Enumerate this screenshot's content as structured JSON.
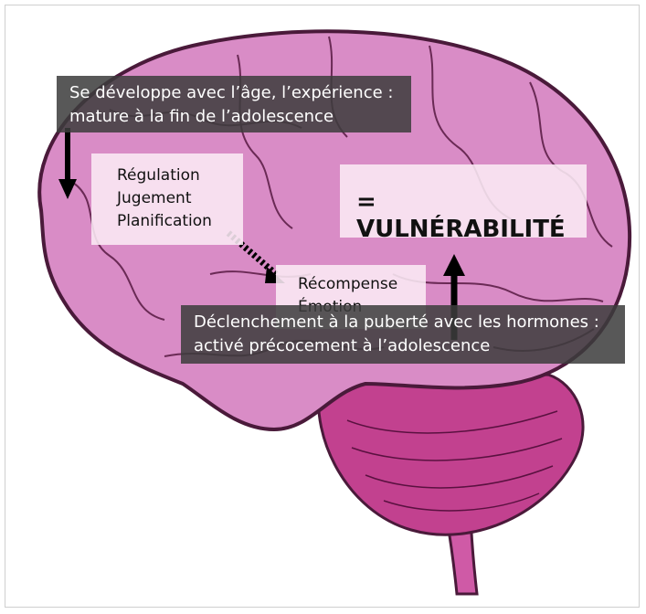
{
  "top_note": {
    "lines": [
      "Se développe avec l’âge, l’expérience :",
      "mature à la fin de l’adolescence"
    ]
  },
  "bottom_note": {
    "lines": [
      "Déclenchement à la puberté avec les hormones :",
      "activé précocement à l’adolescence"
    ]
  },
  "prefrontal_label": {
    "lines": [
      "Régulation",
      "Jugement",
      "Planification"
    ]
  },
  "limbic_label": {
    "lines": [
      "Récompense",
      "Émotion"
    ]
  },
  "conclusion": "= VULNÉRABILITÉ",
  "colors": {
    "brain_fill": "#d98cc6",
    "brain_outline": "#4a1a3a",
    "cerebellum": "#c2418f",
    "stem": "#cf5aa6",
    "dark_box": "#3c3c3c"
  }
}
